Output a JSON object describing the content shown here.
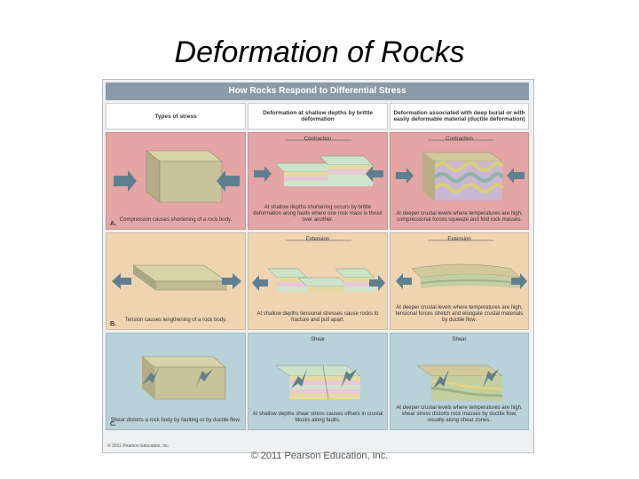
{
  "slide": {
    "title": "Deformation of Rocks",
    "footer": "© 2011 Pearson Education, Inc."
  },
  "figure": {
    "title": "How Rocks Respond to Differential Stress",
    "copyright": "© 2011 Pearson Education, Inc.",
    "columns": [
      "Types of stress",
      "Deformation at shallow depths by brittle deformation",
      "Deformation associated with deep burial or with easily deformable material (ductile deformation)"
    ],
    "rows": [
      {
        "letter": "A.",
        "color": "#e3a6a4",
        "cells": [
          {
            "label": "",
            "caption": "Compression causes shortening of a rock body."
          },
          {
            "label": "Contraction",
            "caption": "At shallow depths shortening occurs by brittle deformation along faults where one rock mass is thrust over another."
          },
          {
            "label": "Contraction",
            "caption": "At deeper crustal levels where temperatures are high, compressional forces squeeze and fold rock masses."
          }
        ]
      },
      {
        "letter": "B.",
        "color": "#efd4b2",
        "cells": [
          {
            "label": "",
            "caption": "Tension causes lengthening of a rock body."
          },
          {
            "label": "Extension",
            "caption": "At shallow depths tensional stresses cause rocks to fracture and pull apart."
          },
          {
            "label": "Extension",
            "caption": "At deeper crustal levels where temperatures are high, tensional forces stretch and elongate crustal materials by ductile flow."
          }
        ]
      },
      {
        "letter": "C.",
        "color": "#b9d2d9",
        "cells": [
          {
            "label": "",
            "caption": "Shear distorts a rock body by faulting or by ductile flow."
          },
          {
            "label": "Shear",
            "caption": "At shallow depths shear stress causes offsets in crustal blocks along faults."
          },
          {
            "label": "Shear",
            "caption": "At deeper crustal levels where temperatures are high, shear stress distorts rock masses by ductile flow, usually along shear zones."
          }
        ]
      }
    ]
  }
}
